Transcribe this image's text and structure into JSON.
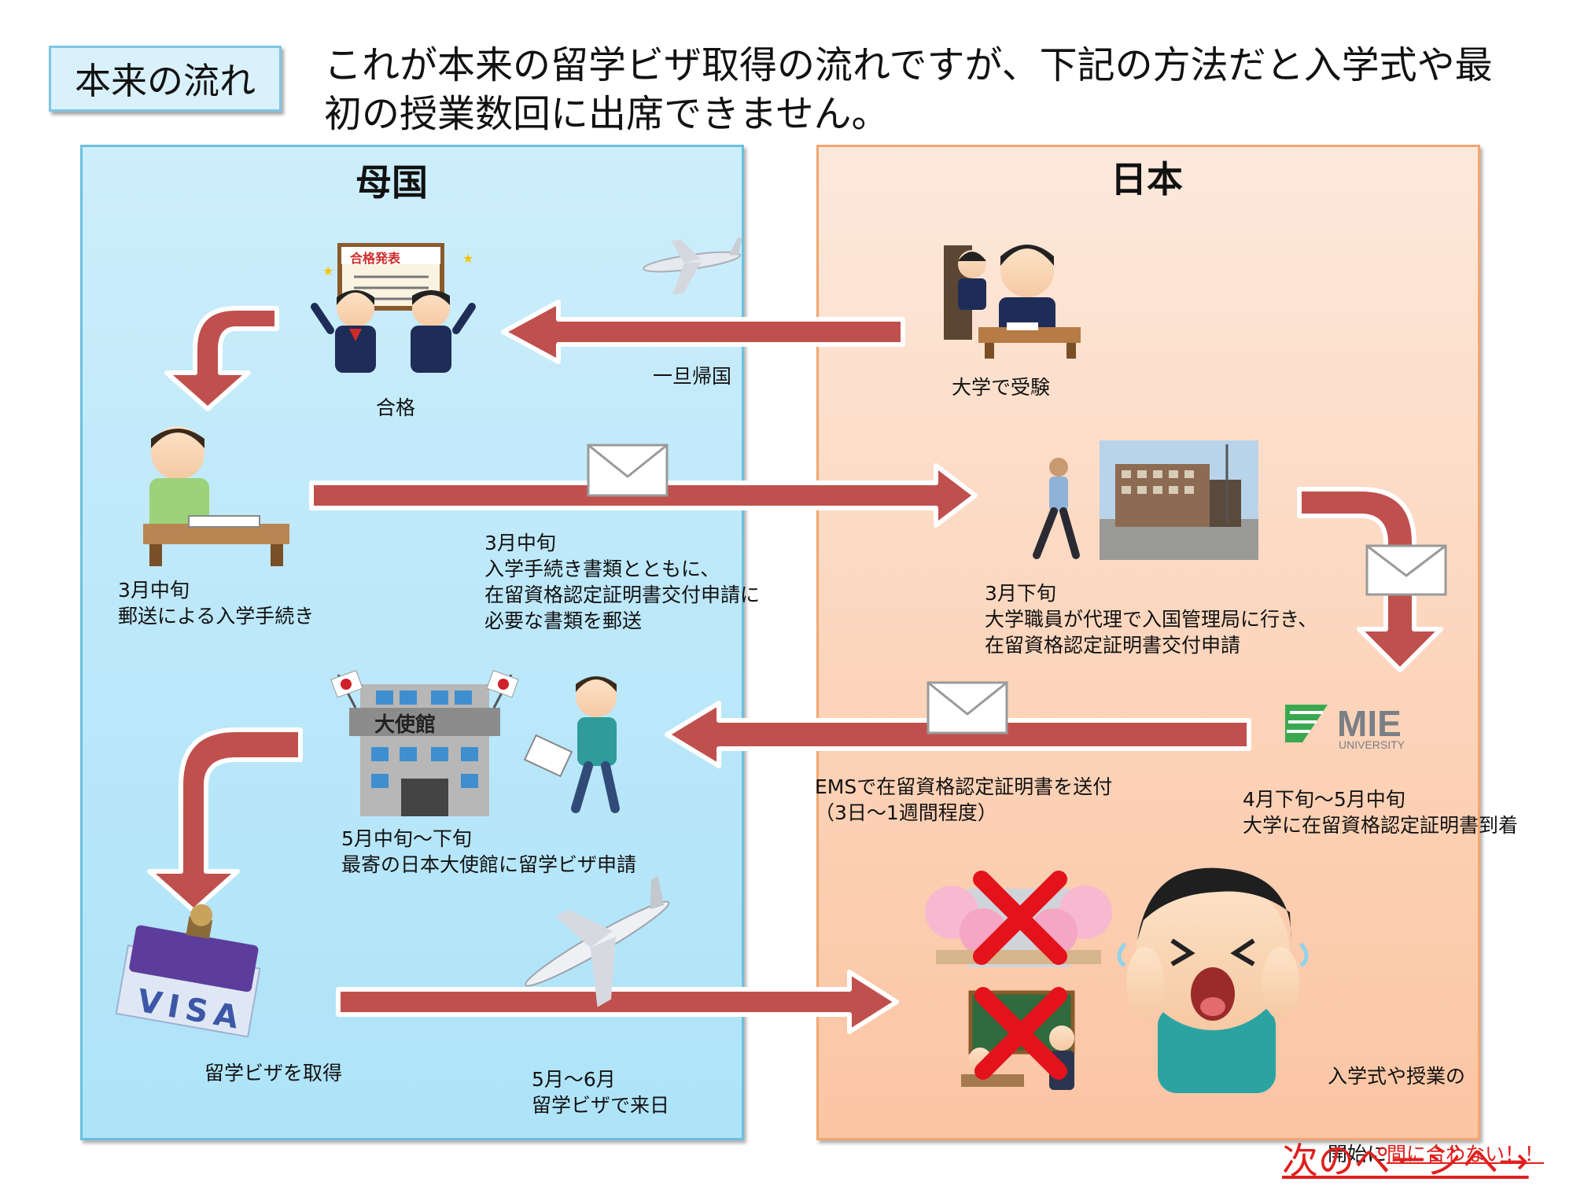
{
  "header": {
    "tag": "本来の流れ",
    "line1": "これが本来の留学ビザ取得の流れですが、下記の方法だと入学式や最",
    "line2": "初の授業数回に出席できません。"
  },
  "panels": {
    "left_title": "母国",
    "right_title": "日本"
  },
  "signboard": "合格発表",
  "embassy_sign": "大使館",
  "stamp_text": "VISA",
  "logo": {
    "main": "MIE",
    "sub": "UNIVERSITY"
  },
  "captions": {
    "exam": "大学で受験",
    "return_home": "一旦帰国",
    "pass": "合格",
    "enroll": "3月中旬\n郵送による入学手続き",
    "mail_docs": "3月中旬\n入学手続き書類とともに、\n在留資格認定証明書交付申請に\n必要な書類を郵送",
    "staff_apply": "3月下旬\n大学職員が代理で入国管理局に行き、\n在留資格認定証明書交付申請",
    "ems": "EMSで在留資格認定証明書を送付\n（3日～1週間程度）",
    "arrive_cert": "4月下旬～5月中旬\n大学に在留資格認定証明書到着",
    "embassy_apply": "5月中旬～下旬\n最寄の日本大使館に留学ビザ申請",
    "visa_obtained": "留学ビザを取得",
    "come_japan": "5月～6月\n留学ビザで来日",
    "late_line1": "入学式や授業の",
    "late_line2_prefix": "開始に",
    "late_line2_link": "間に合わない！！"
  },
  "next_page_link": "次のページへ→",
  "colors": {
    "arrow_red": "#c0504d",
    "arrow_border": "#ffffff",
    "left_panel": "#bfe9fa",
    "right_panel": "#fcd6bd",
    "link_red": "#e0201e",
    "cross_red": "#e3121b",
    "logo_green": "#3aa84f"
  }
}
